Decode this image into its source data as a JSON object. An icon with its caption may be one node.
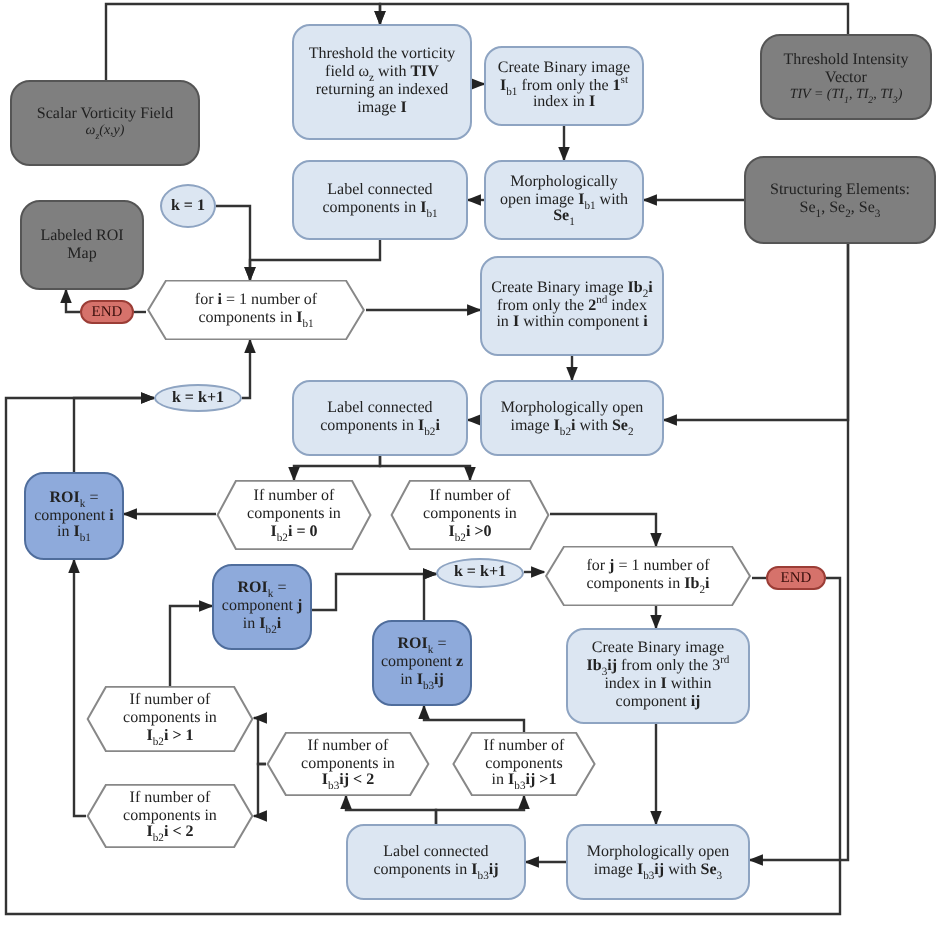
{
  "diagram": {
    "nodes": [
      {
        "text": [
          "Scalar Vorticity Field",
          "ω$_{z}$(x,y)"
        ]
      },
      {
        "text": [
          "Threshold the vorticity field ω$_{z}$ with **TIV** returning an indexed image **I**"
        ]
      },
      {
        "text": [
          "Create Binary image **I**$_{b1}$ from only the **1**$^{st}$ index in **I**"
        ]
      },
      {
        "text": [
          "Threshold Intensity Vector",
          "TIV = (TI$_{1}$, TI$_{2}$, TI$_{3}$)"
        ]
      },
      {
        "text": [
          "Label connected components in **I**$_{b1}$"
        ]
      },
      {
        "text": [
          "Morphologically open image **I**$_{b1}$ with **Se**$_{1}$"
        ]
      },
      {
        "text": [
          "Structuring Elements: Se$_{1}$, Se$_{2}$, Se$_{3}$"
        ]
      },
      {
        "text": [
          "k = 1"
        ]
      },
      {
        "text": [
          "Labeled ROI Map"
        ]
      },
      {
        "text": [
          "END"
        ]
      },
      {
        "text": [
          "for **i** = 1 number of components in **I**$_{b1}$"
        ]
      },
      {
        "text": [
          "Create Binary image **Ib**$_{2}$**i** from only the **2**$^{nd}$ index in **I** within component **i**"
        ]
      },
      {
        "text": [
          "k = k+1"
        ]
      },
      {
        "text": [
          "Label connected components in **I**$_{b2}$**i**"
        ]
      },
      {
        "text": [
          "Morphologically open image **I**$_{b2}$**i** with **Se**$_{2}$"
        ]
      },
      {
        "text": [
          "**ROI**$_{k}$ = component **i** in **I**$_{b1}$"
        ]
      },
      {
        "text": [
          "If number of components in **I**$_{b2}$**i = 0**"
        ]
      },
      {
        "text": [
          "If number of components in **I**$_{b2}$**i >0**"
        ]
      },
      {
        "text": [
          "**ROI**$_{k}$ = component **j** in **I**$_{b2}$**i**"
        ]
      },
      {
        "text": [
          "k = k+1"
        ]
      },
      {
        "text": [
          "for **j** = 1 number of components in **Ib**$_{2}$**i**"
        ]
      },
      {
        "text": [
          "END"
        ]
      },
      {
        "text": [
          "**ROI**$_{k}$ = component **z** in **I**$_{b3}$**ij**"
        ]
      },
      {
        "text": [
          "Create Binary image **Ib**$_{3}$**ij** from only the 3$^{rd}$ index in **I** within component **ij**"
        ]
      },
      {
        "text": [
          "If number of components in **I**$_{b2}$**i > 1**"
        ]
      },
      {
        "text": [
          "If number of components in **I**$_{b3}$**ij < 2**"
        ]
      },
      {
        "text": [
          "If number of components in **I**$_{b3}$**ij >1**"
        ]
      },
      {
        "text": [
          "If number of components in **I**$_{b2}$**i < 2**"
        ]
      },
      {
        "text": [
          "Label connected components in **I**$_{b3}$**ij**"
        ]
      },
      {
        "text": [
          "Morphologically open image **I**$_{b3}$**ij** with **Se**$_{3}$"
        ]
      }
    ],
    "edges": [
      {
        "from": 0,
        "to": 1,
        "arrow": "to"
      },
      {
        "from": 3,
        "to": 1,
        "arrow": "to"
      },
      {
        "from": 1,
        "to": 2,
        "arrow": "to"
      },
      {
        "from": 2,
        "to": 5,
        "arrow": "to"
      },
      {
        "from": 5,
        "to": 4,
        "arrow": "to"
      },
      {
        "from": 6,
        "to": 5,
        "arrow": "to"
      },
      {
        "from": 4,
        "to": 10,
        "arrow": "to"
      },
      {
        "from": 7,
        "to": 10,
        "arrow": "to"
      },
      {
        "from": 10,
        "to": 9,
        "arrow": "none"
      },
      {
        "from": 9,
        "to": 8,
        "arrow": "to"
      },
      {
        "from": 10,
        "to": 11,
        "arrow": "to"
      },
      {
        "from": 11,
        "to": 14,
        "arrow": "to"
      },
      {
        "from": 14,
        "to": 13,
        "arrow": "to"
      },
      {
        "from": 6,
        "to": 14,
        "arrow": "to"
      },
      {
        "from": 6,
        "to": 29,
        "arrow": "to"
      },
      {
        "from": 13,
        "to": 16,
        "arrow": "to"
      },
      {
        "from": 13,
        "to": 17,
        "arrow": "to"
      },
      {
        "from": 16,
        "to": 15,
        "arrow": "to"
      },
      {
        "from": 15,
        "to": 12,
        "arrow": "to"
      },
      {
        "from": 21,
        "to": 12,
        "arrow": "to"
      },
      {
        "from": 12,
        "to": 10,
        "arrow": "to"
      },
      {
        "from": 17,
        "to": 20,
        "arrow": "to"
      },
      {
        "from": 19,
        "to": 20,
        "arrow": "to"
      },
      {
        "from": 20,
        "to": 21,
        "arrow": "none"
      },
      {
        "from": 20,
        "to": 23,
        "arrow": "to"
      },
      {
        "from": 23,
        "to": 29,
        "arrow": "to"
      },
      {
        "from": 29,
        "to": 28,
        "arrow": "to"
      },
      {
        "from": 28,
        "to": 25,
        "arrow": "to"
      },
      {
        "from": 28,
        "to": 26,
        "arrow": "to"
      },
      {
        "from": 26,
        "to": 22,
        "arrow": "to"
      },
      {
        "from": 25,
        "to": 24,
        "arrow": "to"
      },
      {
        "from": 25,
        "to": 27,
        "arrow": "to"
      },
      {
        "from": 27,
        "to": 15,
        "arrow": "to"
      },
      {
        "from": 24,
        "to": 18,
        "arrow": "to"
      },
      {
        "from": 18,
        "to": 19,
        "arrow": "to"
      },
      {
        "from": 22,
        "to": 19,
        "arrow": "to"
      }
    ]
  }
}
